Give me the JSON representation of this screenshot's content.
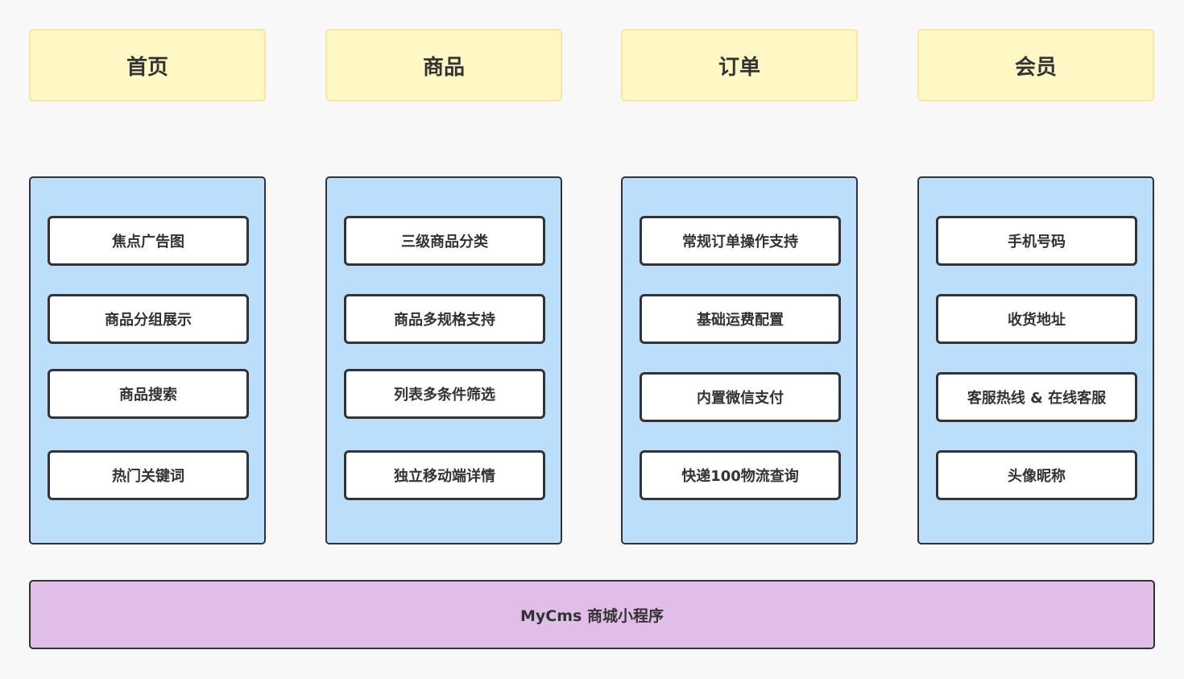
{
  "columns": [
    {
      "title": "首页",
      "features": [
        "焦点广告图",
        "商品分组展示",
        "商品搜索",
        "热门关键词"
      ]
    },
    {
      "title": "商品",
      "features": [
        "三级商品分类",
        "商品多规格支持",
        "列表多条件筛选",
        "独立移动端详情"
      ]
    },
    {
      "title": "订单",
      "features": [
        "常规订单操作支持",
        "基础运费配置",
        "内置微信支付",
        "快递100物流查询"
      ]
    },
    {
      "title": "会员",
      "features": [
        "手机号码",
        "收货地址",
        "客服热线 & 在线客服",
        "头像昵称"
      ]
    }
  ],
  "footer": {
    "label": "MyCms 商城小程序"
  },
  "colors": {
    "header_fill": "#fff8c4",
    "header_border": "#fbe5a0",
    "panel_fill": "#bbdefb",
    "feature_fill": "#ffffff",
    "footer_fill": "#e1bee7",
    "stroke": "#333333"
  }
}
